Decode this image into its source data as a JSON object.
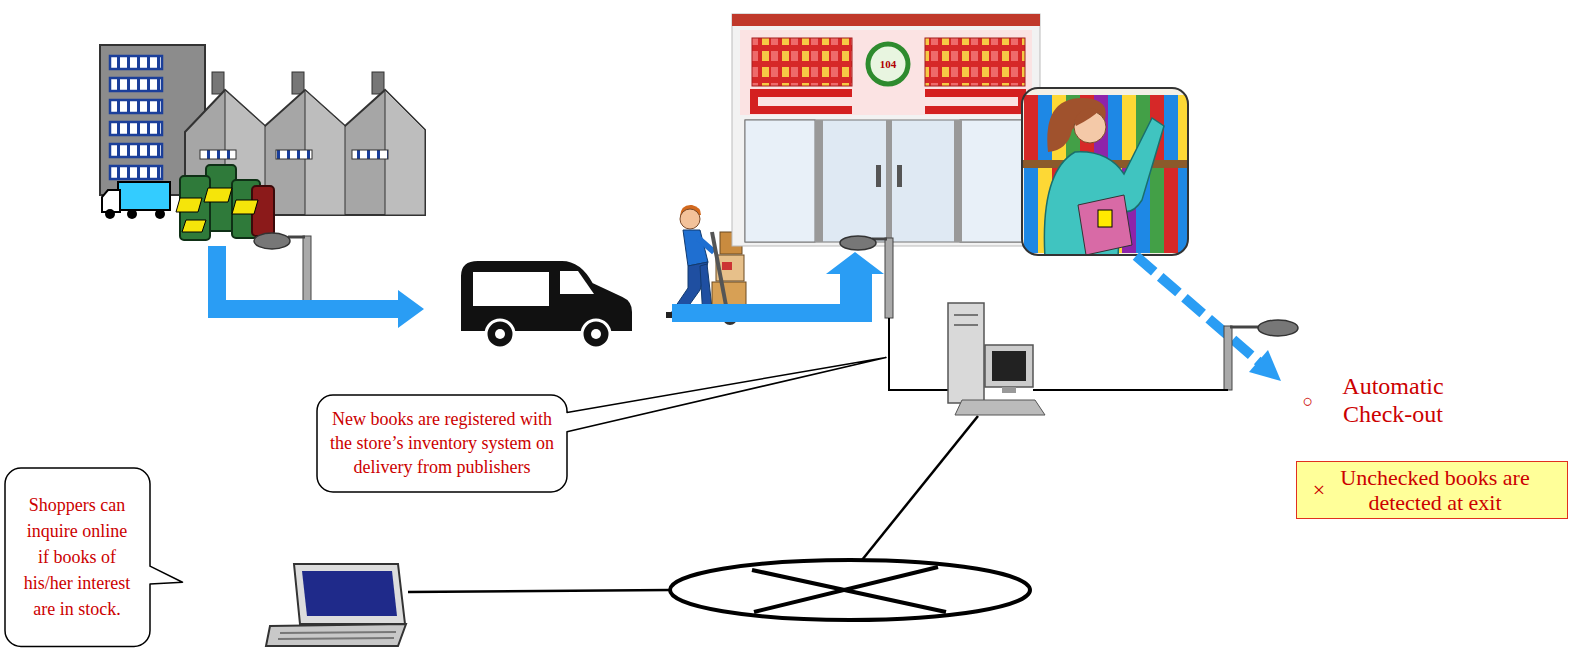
{
  "diagram": {
    "nodes": [
      {
        "text": [
          "New books are registered with the store’s inventory system on delivery from publishers"
        ]
      },
      {
        "text": [
          "Shoppers can inquire online if books of his/her interest are in stock."
        ]
      },
      {
        "text": [
          "×",
          "Unchecked books are detected at exit"
        ]
      }
    ],
    "labels": [
      "104",
      "○",
      "Automatic Check-out"
    ]
  }
}
